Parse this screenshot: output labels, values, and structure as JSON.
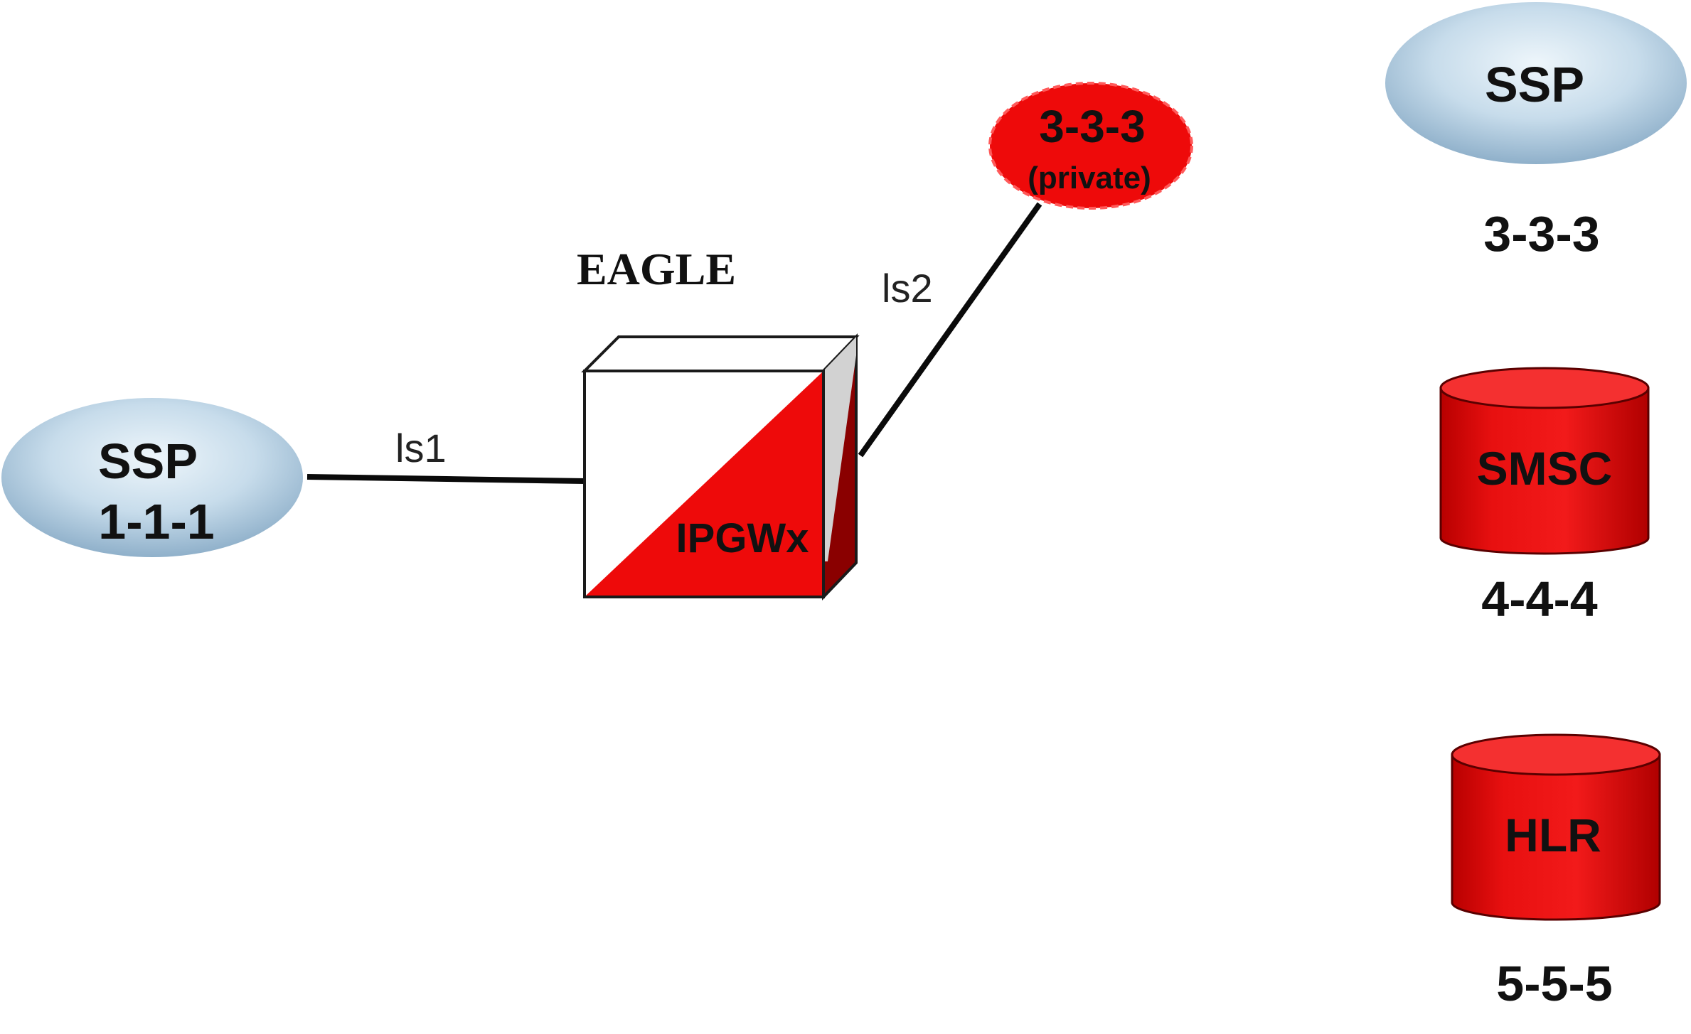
{
  "nodes": {
    "ssp_left": {
      "name": "SSP",
      "point_code": "1-1-1"
    },
    "eagle": {
      "title": "EAGLE",
      "card": "IPGWx"
    },
    "private_node": {
      "point_code": "3-3-3",
      "note": "(private)"
    },
    "ssp_right": {
      "name": "SSP",
      "point_code": "3-3-3"
    },
    "smsc": {
      "name": "SMSC",
      "point_code": "4-4-4"
    },
    "hlr": {
      "name": "HLR",
      "point_code": "5-5-5"
    }
  },
  "links": {
    "ls1": "ls1",
    "ls2": "ls2"
  },
  "colors": {
    "red": "#ee0a0a",
    "dark_red": "#8a0000",
    "ssp_light": "#e6f1f9",
    "ssp_dark": "#97b6cf",
    "line": "#0a0a0a"
  }
}
